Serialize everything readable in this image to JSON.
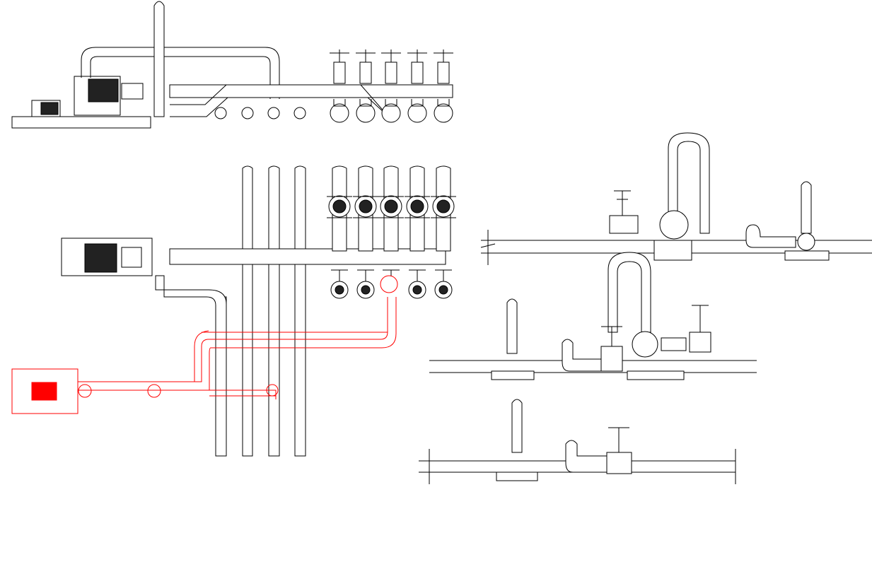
{
  "drawing": {
    "line_color": "#000000",
    "highlight_color": "#ff0000",
    "background": "#ffffff",
    "views": [
      "top-elevation",
      "plan-view",
      "side-elevation-1",
      "side-elevation-2",
      "side-elevation-3"
    ],
    "valve_count_per_bank": 5
  }
}
